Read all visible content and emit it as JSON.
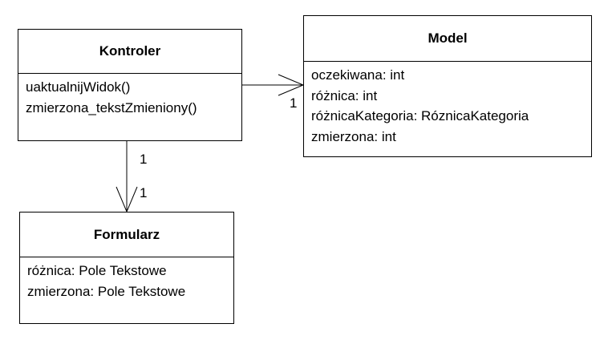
{
  "classes": {
    "kontroler": {
      "name": "Kontroler",
      "operations": [
        "uaktualnijWidok()",
        "zmierzona_tekstZmieniony()"
      ]
    },
    "model": {
      "name": "Model",
      "attributes": [
        "oczekiwana: int",
        "różnica: int",
        "różnicaKategoria: RóznicaKategoria",
        "zmierzona: int"
      ]
    },
    "formularz": {
      "name": "Formularz",
      "attributes": [
        "różnica: Pole Tekstowe",
        "zmierzona: Pole Tekstowe"
      ]
    }
  },
  "associations": {
    "kontroler_model": {
      "target_multiplicity": "1"
    },
    "kontroler_formularz": {
      "source_multiplicity": "1",
      "target_multiplicity": "1"
    }
  }
}
